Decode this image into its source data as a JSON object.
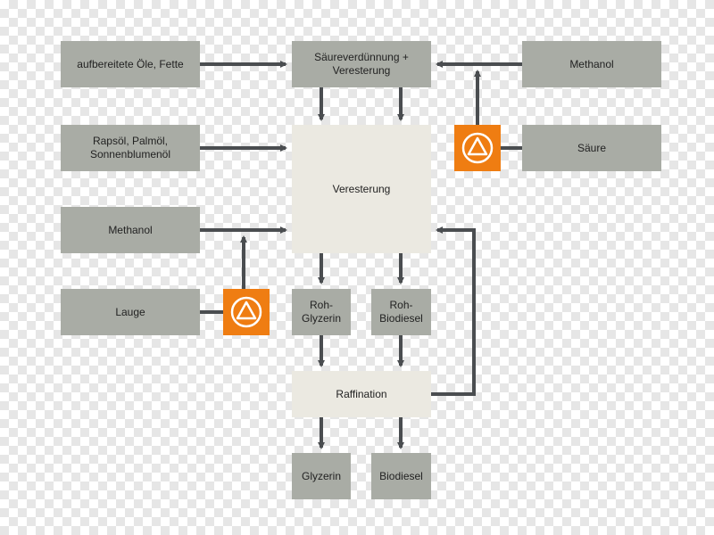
{
  "colors": {
    "gray_box": "#a9aca5",
    "process_box": "#ebe9e1",
    "warning": "#ef7d12",
    "arrow": "#4a4d50"
  },
  "nodes": {
    "oils": "aufbereitete Öle, Fette",
    "acid_dilution": "Säureverdünnung +\nVeresterung",
    "methanol_top": "Methanol",
    "vegetable_oils": "Rapsöl, Palmöl,\nSonnenblumenöl",
    "acid": "Säure",
    "esterification": "Veresterung",
    "methanol_left": "Methanol",
    "lye": "Lauge",
    "crude_glycerin": "Roh-\nGlyzerin",
    "crude_biodiesel": "Roh-\nBiodiesel",
    "refining": "Raffination",
    "glycerin": "Glyzerin",
    "biodiesel": "Biodiesel"
  },
  "icons": {
    "hazard_acid": "warning-triangle-icon",
    "hazard_lye": "warning-triangle-icon"
  }
}
